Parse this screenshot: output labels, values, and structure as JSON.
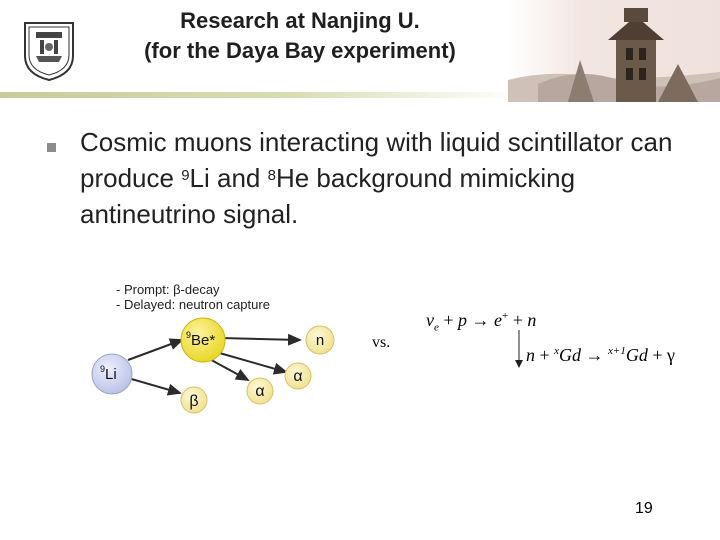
{
  "header": {
    "title_line1": "Research at Nanjing U.",
    "title_line2": "(for the Daya Bay experiment)"
  },
  "bullet": {
    "text_part1": "Cosmic muons interacting with liquid scintillator can produce ",
    "li_mass": "9",
    "li_symbol": "Li and ",
    "he_mass": "8",
    "he_symbol": "He background mimicking antineutrino signal."
  },
  "diagram": {
    "legend_prompt": "- Prompt: β-decay",
    "legend_delayed": "- Delayed: neutron capture",
    "li_mass": "9",
    "li_label": "Li",
    "be_mass": "9",
    "be_label": "Be*",
    "n_label": "n",
    "alpha1_label": "α",
    "alpha2_label": "α",
    "beta_label": "β",
    "colors": {
      "li_node": "#c9d0ee",
      "be_node": "#f2e23a",
      "product_node": "#f7eca6",
      "arrow": "#2b2b2b"
    }
  },
  "vs_label": "vs.",
  "equations": {
    "eq1": {
      "nu": "ν",
      "nu_sub": "e",
      "plus1": " + ",
      "p": "p",
      "arrow": " → ",
      "e": "e",
      "e_sup": "+",
      "plus2": " + ",
      "n": "n"
    },
    "eq2": {
      "n": "n",
      "plus": " + ",
      "gd_sup_left": "x",
      "gd1": "Gd",
      "arrow": " → ",
      "gd_sup_right": "x+1",
      "gd2": "Gd",
      "plus2": " + ",
      "gamma": "γ"
    }
  },
  "page_number": "19"
}
